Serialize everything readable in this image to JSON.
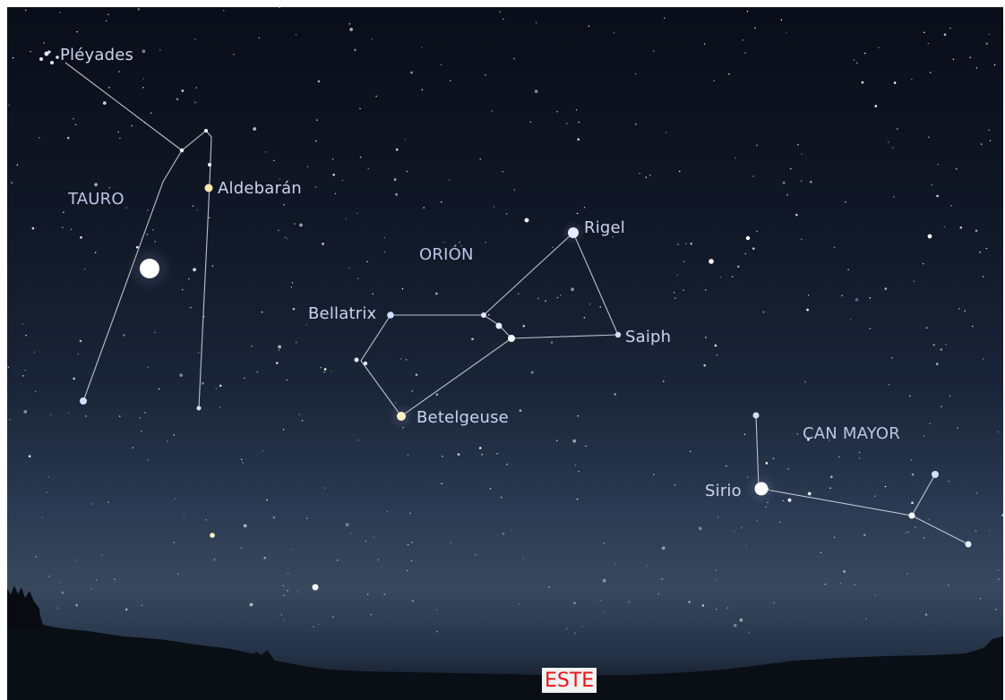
{
  "colors": {
    "constellation_lines": "#d9dde8",
    "label_text": "#cdd3ec",
    "cardinal_bg": "#f2f2f2",
    "cardinal_text": "#e8141c",
    "warm_star": "#ffe9b0",
    "blue_star": "#cfe0ff"
  },
  "labels": {
    "pleyades": "Pléyades",
    "aldebaran": "Aldebarán",
    "tauro": "TAURO",
    "orion": "ORIÓN",
    "rigel": "Rigel",
    "bellatrix": "Bellatrix",
    "saiph": "Saiph",
    "betelgeuse": "Betelgeuse",
    "can_mayor": "CAN MAYOR",
    "sirio": "Sirio"
  },
  "cardinal": "ESTE"
}
